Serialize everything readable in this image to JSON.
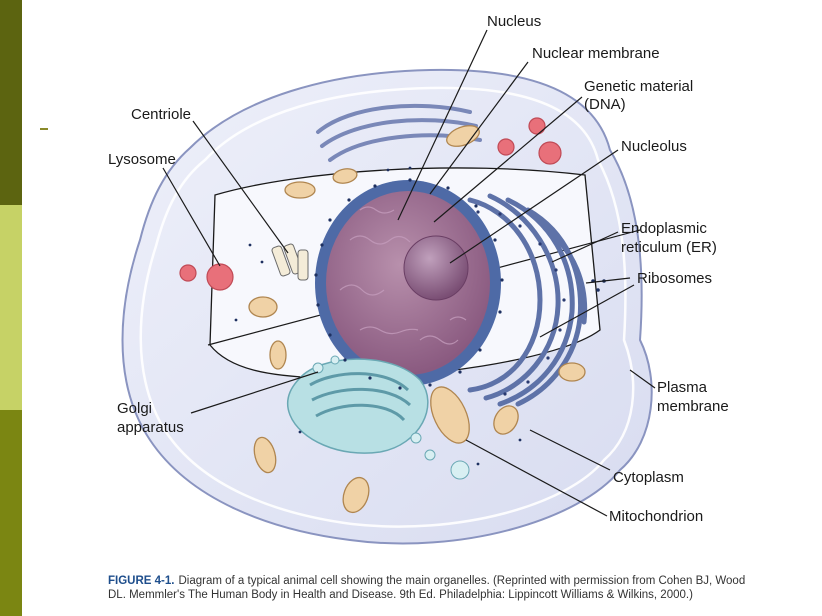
{
  "colors": {
    "bar_dark": "#5c6410",
    "bar_mid": "#8a9a1c",
    "bar_light": "#c6d266",
    "bar_olive": "#7b8612",
    "cytoplasm": "#e8ecf8",
    "nucleus_envelope": "#5a78b4",
    "nucleoplasm": "#a0708e",
    "nucleolus": "#8e6286",
    "golgi": "#b8e0e4",
    "mitochondrion": "#f0d2a6",
    "lysosome": "#e8707a",
    "caption_fig": "#1e4e8c"
  },
  "labels": {
    "nucleus": "Nucleus",
    "nuclear_membrane": "Nuclear membrane",
    "genetic_material_1": "Genetic material",
    "genetic_material_2": "(DNA)",
    "nucleolus": "Nucleolus",
    "centriole": "Centriole",
    "lysosome": "Lysosome",
    "er_1": "Endoplasmic",
    "er_2": "reticulum (ER)",
    "ribosomes": "Ribosomes",
    "golgi_1": "Golgi",
    "golgi_2": "apparatus",
    "plasma_1": "Plasma",
    "plasma_2": "membrane",
    "cytoplasm": "Cytoplasm",
    "mitochondrion": "Mitochondrion"
  },
  "caption": {
    "figure": "FIGURE 4-1.",
    "text": "Diagram of a typical animal cell showing the main organelles. (Reprinted with permission from Cohen BJ, Wood DL. Memmler's The Human Body in Health and Disease. 9th Ed. Philadelphia: Lippincott Williams & Wilkins, 2000.)"
  }
}
